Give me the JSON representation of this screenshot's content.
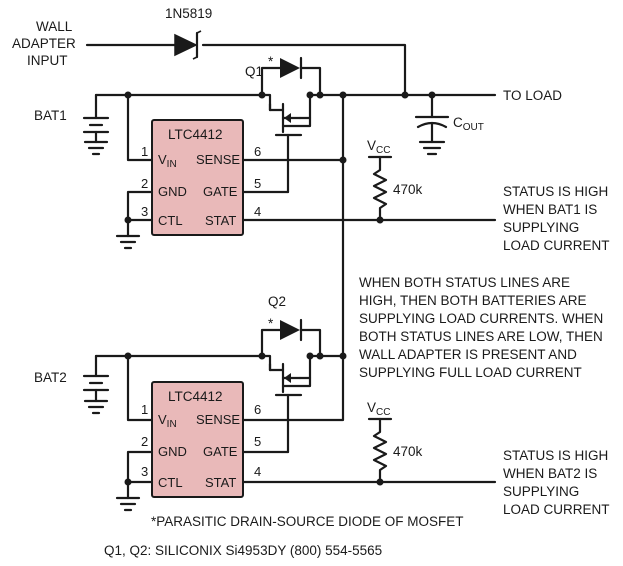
{
  "labels": {
    "wall_adapter_line1": "WALL",
    "wall_adapter_line2": "ADAPTER",
    "wall_adapter_line3": "INPUT",
    "diode": "1N5819",
    "to_load": "TO LOAD",
    "cout_main": "C",
    "cout_sub": "OUT",
    "q1": "Q1",
    "q2": "Q2",
    "bat1": "BAT1",
    "bat2": "BAT2",
    "vcc_main": "V",
    "vcc_sub": "CC",
    "resistor": "470k",
    "asterisk": "*"
  },
  "chip": {
    "name": "LTC4412",
    "pins_left": [
      {
        "num": "1",
        "label": "V",
        "sub": "IN"
      },
      {
        "num": "2",
        "label": "GND"
      },
      {
        "num": "3",
        "label": "CTL"
      }
    ],
    "pins_right": [
      {
        "num": "6",
        "label": "SENSE"
      },
      {
        "num": "5",
        "label": "GATE"
      },
      {
        "num": "4",
        "label": "STAT"
      }
    ]
  },
  "status1": [
    "STATUS IS HIGH",
    "WHEN BAT1 IS",
    "SUPPLYING",
    "LOAD CURRENT"
  ],
  "status2": [
    "STATUS IS HIGH",
    "WHEN BAT2 IS",
    "SUPPLYING",
    "LOAD CURRENT"
  ],
  "note_lines": [
    "WHEN BOTH STATUS LINES ARE",
    "HIGH, THEN BOTH BATTERIES ARE",
    "SUPPLYING LOAD CURRENTS. WHEN",
    "BOTH STATUS LINES ARE LOW, THEN",
    "WALL ADAPTER IS PRESENT AND",
    "SUPPLYING FULL LOAD CURRENT"
  ],
  "footnote": "*PARASITIC DRAIN-SOURCE DIODE OF MOSFET",
  "parts_line": "Q1, Q2: SILICONIX Si4953DY   (800) 554-5565"
}
